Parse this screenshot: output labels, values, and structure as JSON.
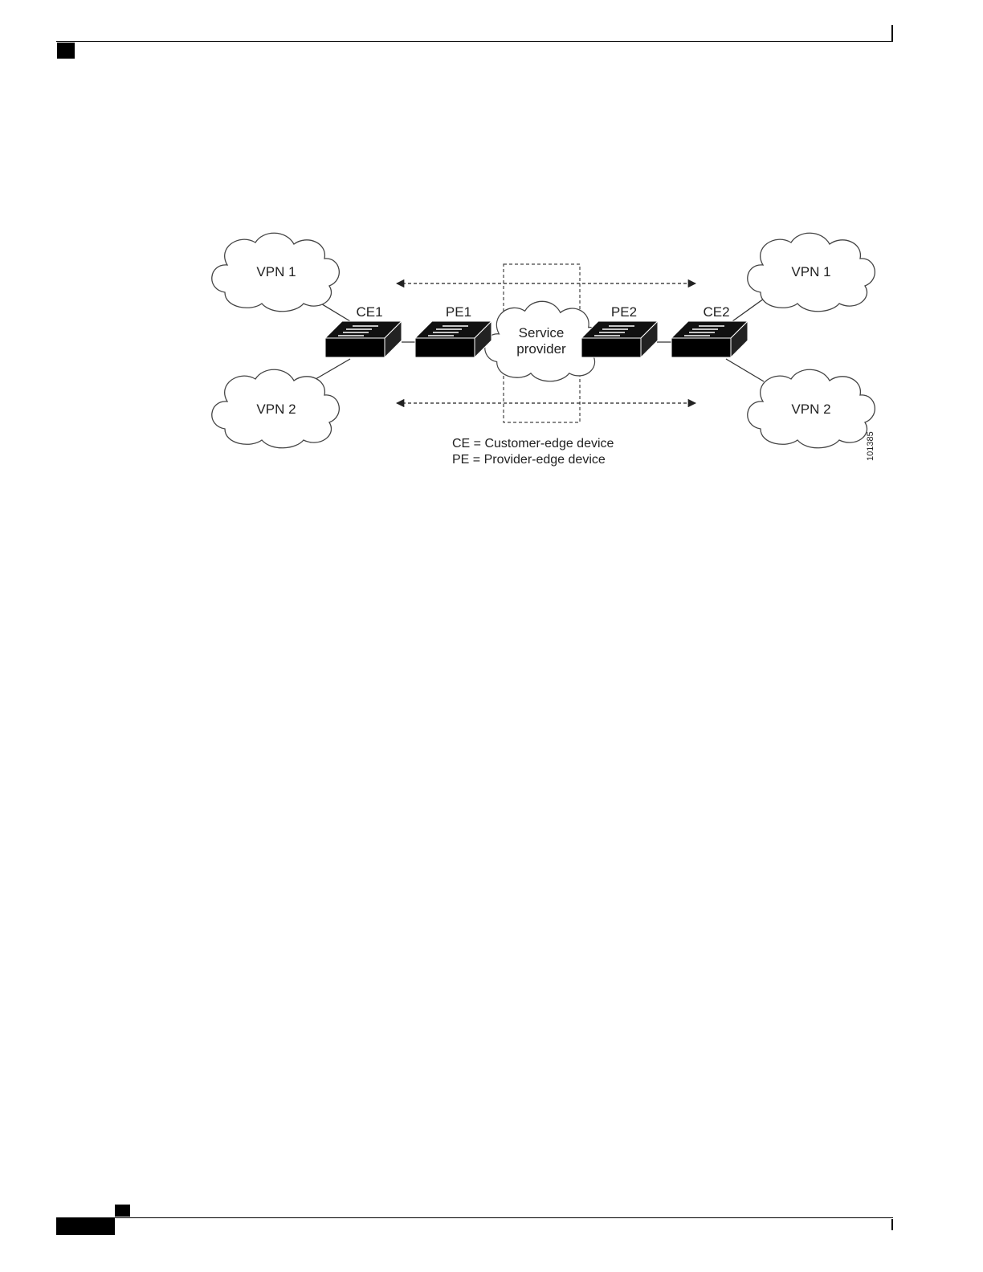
{
  "diagram": {
    "clouds": {
      "vpn1_left": "VPN 1",
      "vpn2_left": "VPN 2",
      "vpn1_right": "VPN 1",
      "vpn2_right": "VPN 2",
      "service_provider_line1": "Service",
      "service_provider_line2": "provider"
    },
    "devices": {
      "ce1": "CE1",
      "pe1": "PE1",
      "pe2": "PE2",
      "ce2": "CE2"
    },
    "legend": {
      "ce": "CE = Customer-edge device",
      "pe": "PE = Provider-edge device"
    },
    "figure_id": "101385"
  }
}
